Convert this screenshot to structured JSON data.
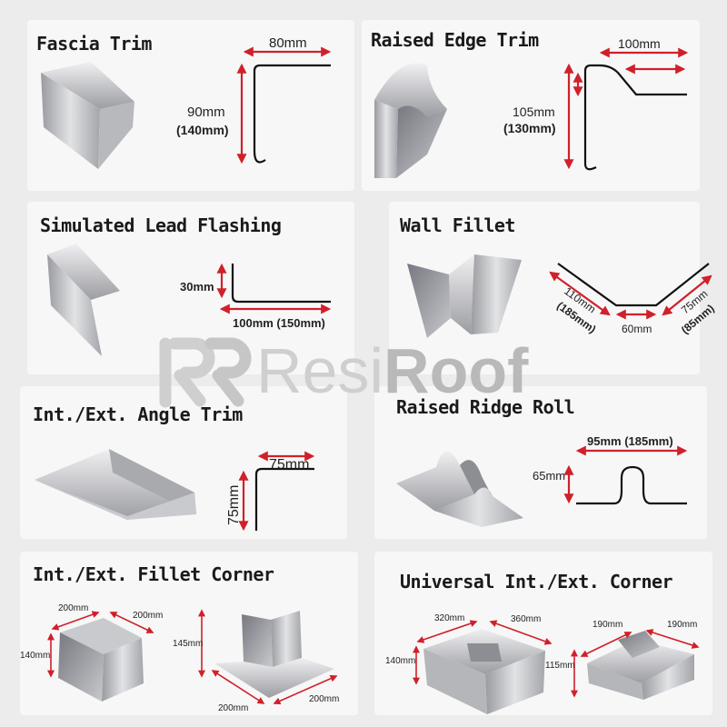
{
  "colors": {
    "arrow": "#d0202a",
    "profile": "#111111",
    "metal_light": "#e4e4e6",
    "metal_dark": "#8a8b90",
    "watermark": "#cfcfcf",
    "watermark_bold": "#b9b9b9"
  },
  "watermark": {
    "regular": "Resi",
    "bold": "Roof"
  },
  "panels": {
    "fascia": {
      "title": "Fascia Trim",
      "d1": "80mm",
      "d2": "90mm",
      "d3": "(140mm)"
    },
    "raised_edge": {
      "title": "Raised Edge Trim",
      "d1": "100mm",
      "d2": "105mm",
      "d3": "(130mm)"
    },
    "lead": {
      "title": "Simulated Lead Flashing",
      "d1": "30mm",
      "d2": "100mm (150mm)"
    },
    "wall_fillet": {
      "title": "Wall Fillet",
      "d1": "110mm",
      "d2": "(185mm)",
      "d3": "60mm",
      "d4": "75mm",
      "d5": "(85mm)"
    },
    "angle": {
      "title": "Int./Ext. Angle Trim",
      "d1": "75mm",
      "d2": "75mm"
    },
    "ridge": {
      "title": "Raised Ridge Roll",
      "d1": "95mm (185mm)",
      "d2": "65mm"
    },
    "fillet_corner": {
      "title": "Int./Ext. Fillet Corner",
      "d1": "200mm",
      "d2": "200mm",
      "d3": "140mm",
      "d4": "145mm",
      "d5": "200mm",
      "d6": "200mm"
    },
    "universal": {
      "title": "Universal Int./Ext. Corner",
      "d1": "320mm",
      "d2": "360mm",
      "d3": "140mm",
      "d4": "190mm",
      "d5": "190mm",
      "d6": "115mm"
    }
  }
}
